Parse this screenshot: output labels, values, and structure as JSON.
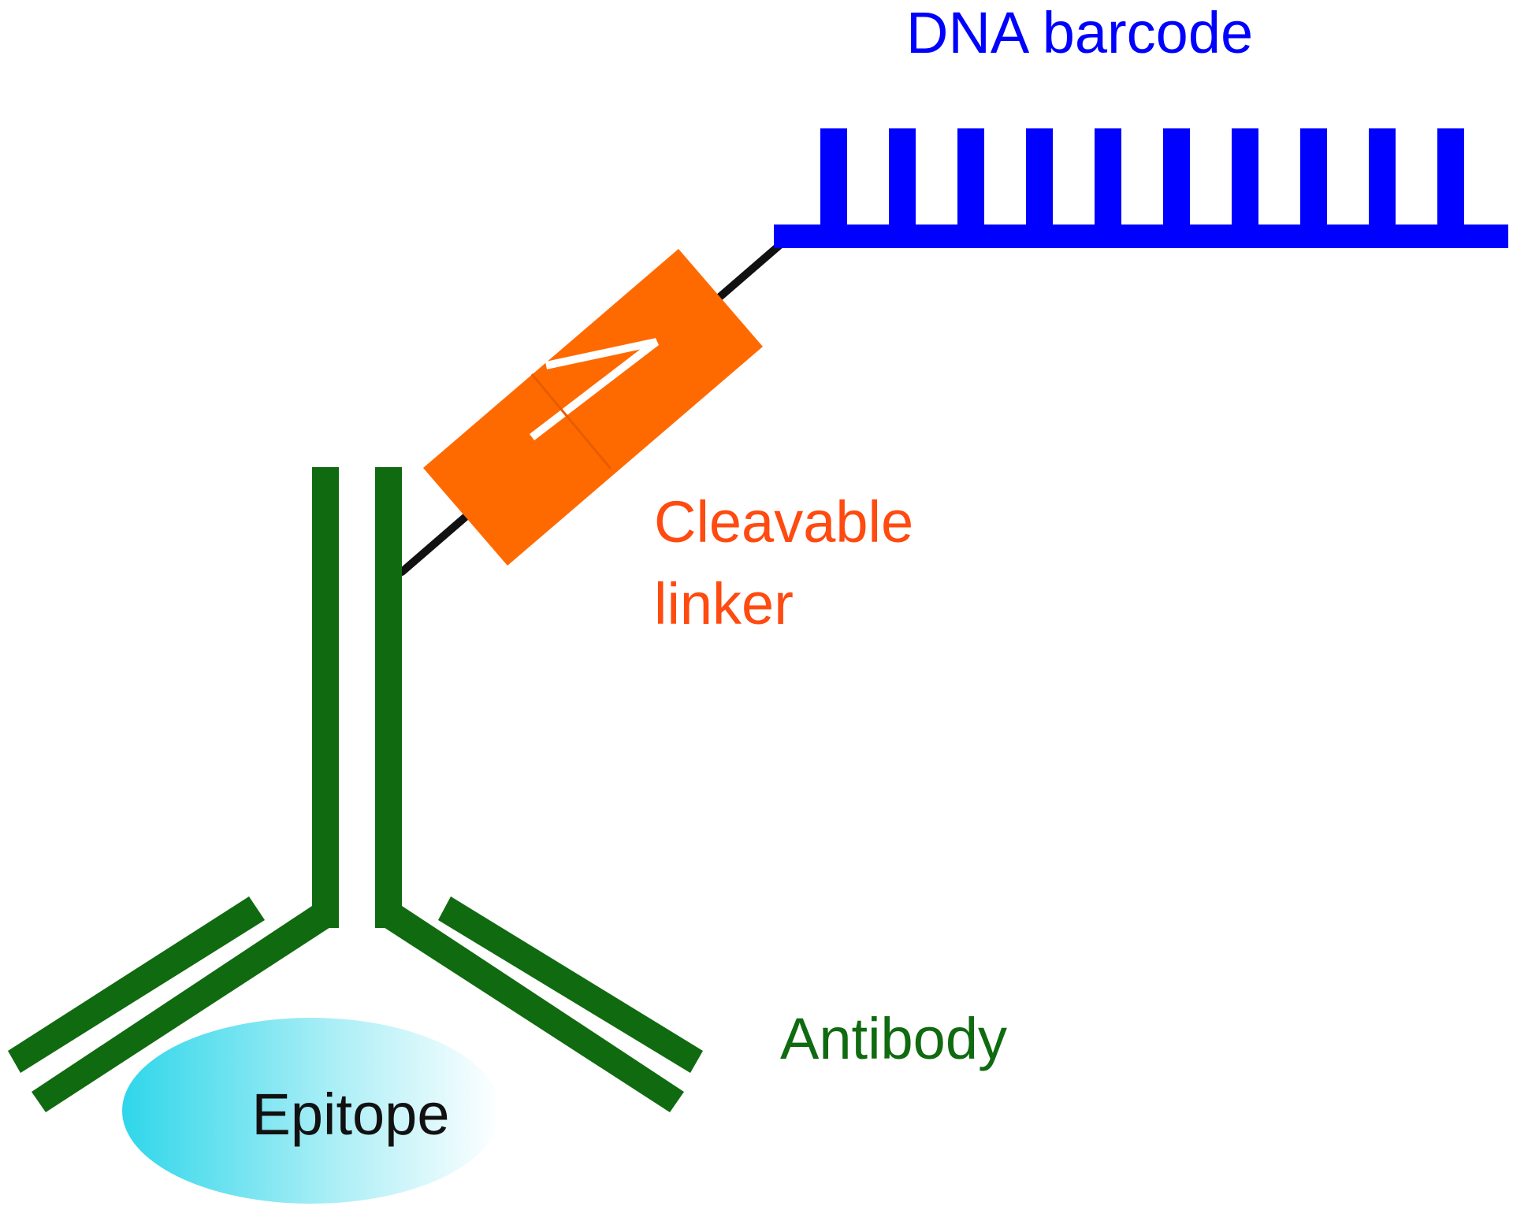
{
  "labels": {
    "dna_barcode": "DNA barcode",
    "cleavable_linker_line1": "Cleavable",
    "cleavable_linker_line2": "linker",
    "antibody": "Antibody",
    "epitope": "Epitope"
  },
  "colors": {
    "dna_barcode": "#0000ff",
    "linker": "#ff6a00",
    "linker_label": "#ff4a10",
    "antibody": "#106a10",
    "tether": "#111111",
    "epitope_cyan": "#2fd6ea",
    "text_dark": "#111111"
  },
  "barcode_tooth_count": 10
}
